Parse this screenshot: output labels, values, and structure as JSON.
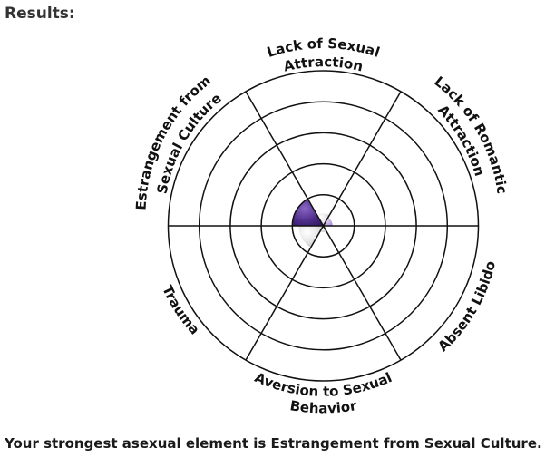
{
  "heading": "Results:",
  "summary": "Your strongest asexual element is Estrangement from Sexual Culture.",
  "chart_data": {
    "type": "polar-area",
    "rings": 5,
    "max_value": 5,
    "grid": true,
    "categories": [
      "Lack of Sexual Attraction",
      "Lack of Romantic Attraction",
      "Absent Libido",
      "Aversion to Sexual Behavior",
      "Trauma",
      "Estrangement from Sexual Culture"
    ],
    "values": [
      0.4,
      0.3,
      0.1,
      0.2,
      0.8,
      1.0
    ],
    "label_lines": [
      [
        "Lack of Sexual",
        "Attraction"
      ],
      [
        "Lack of Romantic",
        "Attraction"
      ],
      [
        "Absent Libido"
      ],
      [
        "Aversion to Sexual",
        "Behavior"
      ],
      [
        "Trauma"
      ],
      [
        "Estrangement from",
        "Sexual Culture"
      ]
    ],
    "colors": {
      "highlight": "#4b2a86",
      "light": "#b79ad9",
      "mid": "#9d82c9",
      "grey": "#d4d4d4",
      "grey_light": "#eeeeee",
      "grid": "#111111"
    }
  }
}
